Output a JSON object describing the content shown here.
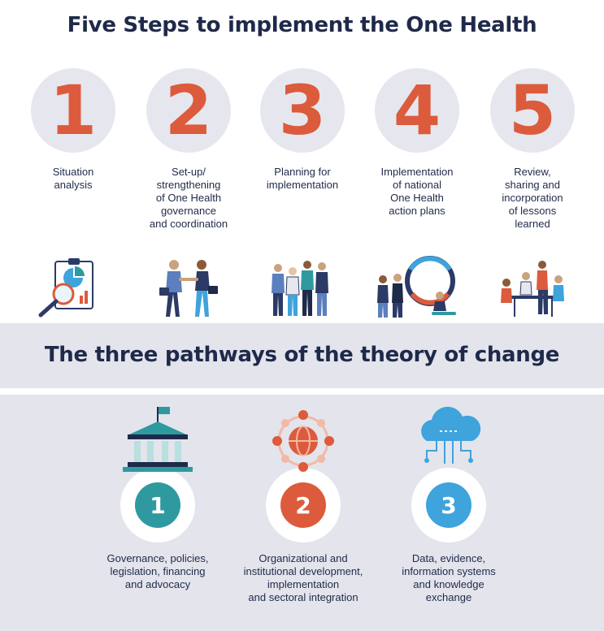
{
  "header": {
    "title": "Five Steps to implement the One Health"
  },
  "steps": [
    {
      "number": "1",
      "label": "Situation\nanalysis"
    },
    {
      "number": "2",
      "label": "Set-up/\nstrengthening\nof One Health\ngovernance\nand coordination"
    },
    {
      "number": "3",
      "label": "Planning for\nimplementation"
    },
    {
      "number": "4",
      "label": "Implementation\nof national\nOne Health\naction plans"
    },
    {
      "number": "5",
      "label": "Review,\nsharing and\nincorporation\nof lessons\nlearned"
    }
  ],
  "pathways": {
    "title": "The three pathways of the theory of change",
    "items": [
      {
        "number": "1",
        "label": "Governance, policies,\nlegislation, financing\nand advocacy",
        "color": "#2e9aa0"
      },
      {
        "number": "2",
        "label": "Organizational and\ninstitutional development,\nimplementation\nand sectoral integration",
        "color": "#dc5b3c"
      },
      {
        "number": "3",
        "label": "Data, evidence,\ninformation systems\nand knowledge\nexchange",
        "color": "#3fa3dc"
      }
    ]
  },
  "colors": {
    "accent_orange": "#dc5b3c",
    "accent_teal": "#2e9aa0",
    "accent_blue": "#3fa3dc",
    "navy": "#1f2a4a",
    "band_gray": "#e3e4ec"
  }
}
